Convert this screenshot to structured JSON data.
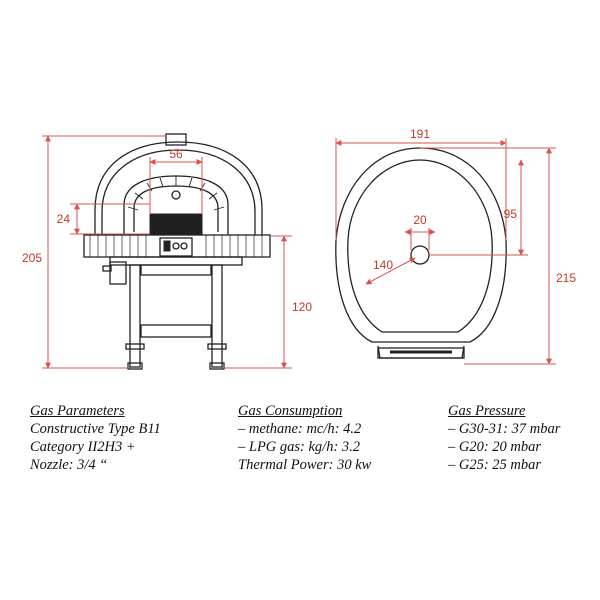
{
  "front_view": {
    "width_label": "56",
    "opening_height_label": "24",
    "total_height_label": "205",
    "stand_height_label": "120"
  },
  "top_view": {
    "width_label": "191",
    "depth_label": "215",
    "flue_label": "20",
    "radius_label": "140",
    "offset_label": "95"
  },
  "specs": {
    "gas_parameters": {
      "heading": "Gas Parameters",
      "lines": [
        "Constructive Type B11",
        "Category II2H3 +",
        "Nozzle: 3/4 “"
      ]
    },
    "gas_consumption": {
      "heading": "Gas Consumption",
      "lines": [
        "– methane:  mc/h: 4.2",
        "– LPG gas:   kg/h:  3.2",
        "Thermal Power: 30 kw"
      ]
    },
    "gas_pressure": {
      "heading": "Gas Pressure",
      "lines": [
        "– G30-31: 37 mbar",
        "– G20: 20 mbar",
        "– G25: 25 mbar"
      ]
    }
  }
}
